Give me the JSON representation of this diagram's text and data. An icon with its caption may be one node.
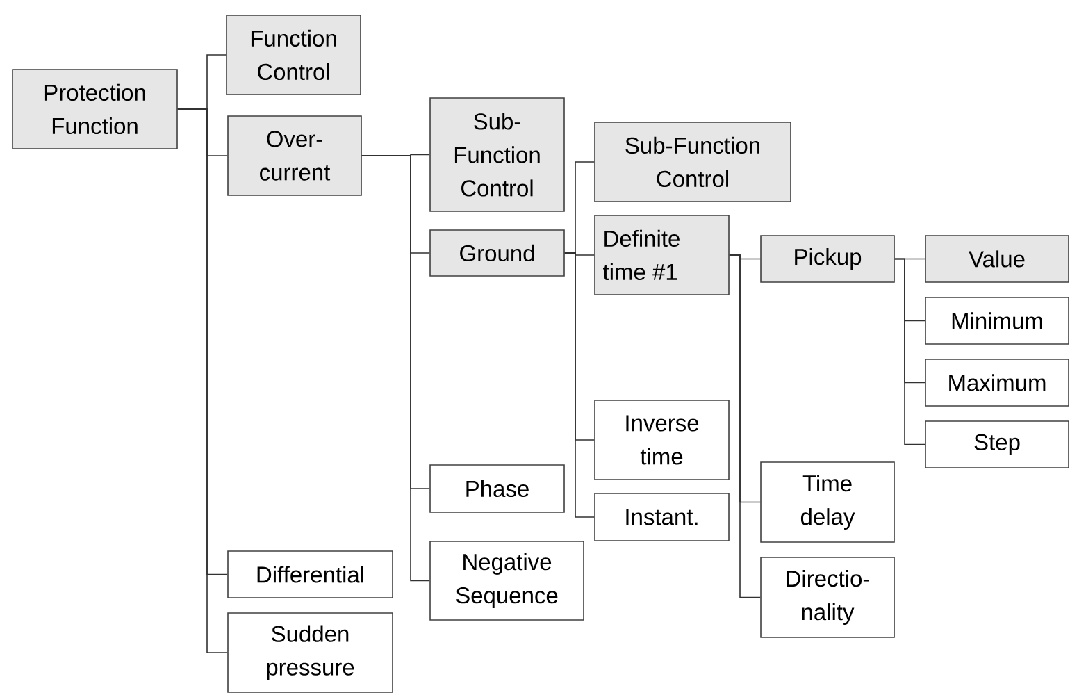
{
  "diagram": {
    "nodes": [
      {
        "text": [
          "Protection Function"
        ]
      },
      {
        "text": [
          "Function Control"
        ]
      },
      {
        "text": [
          "Over- current"
        ]
      },
      {
        "text": [
          "Differential"
        ]
      },
      {
        "text": [
          "Sudden pressure"
        ]
      },
      {
        "text": [
          "Sub- Function Control"
        ]
      },
      {
        "text": [
          "Ground"
        ]
      },
      {
        "text": [
          "Phase"
        ]
      },
      {
        "text": [
          "Negative Sequence"
        ]
      },
      {
        "text": [
          "Sub-Function Control"
        ]
      },
      {
        "text": [
          "Definite time #1"
        ]
      },
      {
        "text": [
          "Inverse time"
        ]
      },
      {
        "text": [
          "Instant."
        ]
      },
      {
        "text": [
          "Pickup"
        ]
      },
      {
        "text": [
          "Time delay"
        ]
      },
      {
        "text": [
          "Directio- nality"
        ]
      },
      {
        "text": [
          "Value"
        ]
      },
      {
        "text": [
          "Minimum"
        ]
      },
      {
        "text": [
          "Maximum"
        ]
      },
      {
        "text": [
          "Step"
        ]
      }
    ],
    "edges": [
      {
        "from": 0,
        "to": 1,
        "arrow": "none"
      },
      {
        "from": 0,
        "to": 2,
        "arrow": "none"
      },
      {
        "from": 0,
        "to": 3,
        "arrow": "none"
      },
      {
        "from": 0,
        "to": 4,
        "arrow": "none"
      },
      {
        "from": 2,
        "to": 5,
        "arrow": "none"
      },
      {
        "from": 2,
        "to": 6,
        "arrow": "none"
      },
      {
        "from": 2,
        "to": 7,
        "arrow": "none"
      },
      {
        "from": 2,
        "to": 8,
        "arrow": "none"
      },
      {
        "from": 6,
        "to": 9,
        "arrow": "none"
      },
      {
        "from": 6,
        "to": 10,
        "arrow": "none"
      },
      {
        "from": 6,
        "to": 11,
        "arrow": "none"
      },
      {
        "from": 6,
        "to": 12,
        "arrow": "none"
      },
      {
        "from": 10,
        "to": 13,
        "arrow": "none"
      },
      {
        "from": 10,
        "to": 14,
        "arrow": "none"
      },
      {
        "from": 10,
        "to": 15,
        "arrow": "none"
      },
      {
        "from": 13,
        "to": 16,
        "arrow": "none"
      },
      {
        "from": 13,
        "to": 17,
        "arrow": "none"
      },
      {
        "from": 13,
        "to": 18,
        "arrow": "none"
      },
      {
        "from": 13,
        "to": 19,
        "arrow": "none"
      }
    ]
  }
}
